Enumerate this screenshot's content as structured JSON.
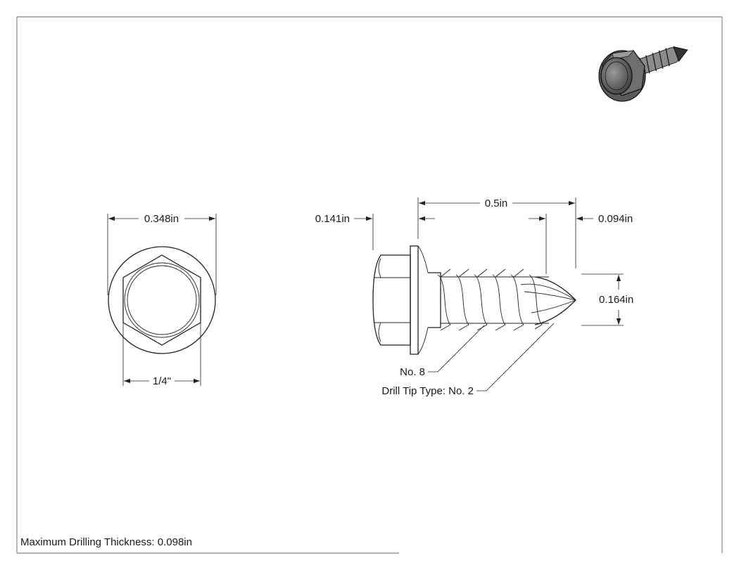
{
  "dimensions": {
    "head_width": "0.348in",
    "drive_size": "1/4\"",
    "head_height": "0.141in",
    "length": "0.5in",
    "tip_length": "0.094in",
    "thread_diameter": "0.164in"
  },
  "callouts": {
    "screw_size": "No. 8",
    "drill_tip": "Drill Tip Type: No. 2"
  },
  "notes": {
    "max_drilling_thickness": "Maximum Drilling Thickness: 0.098in"
  }
}
